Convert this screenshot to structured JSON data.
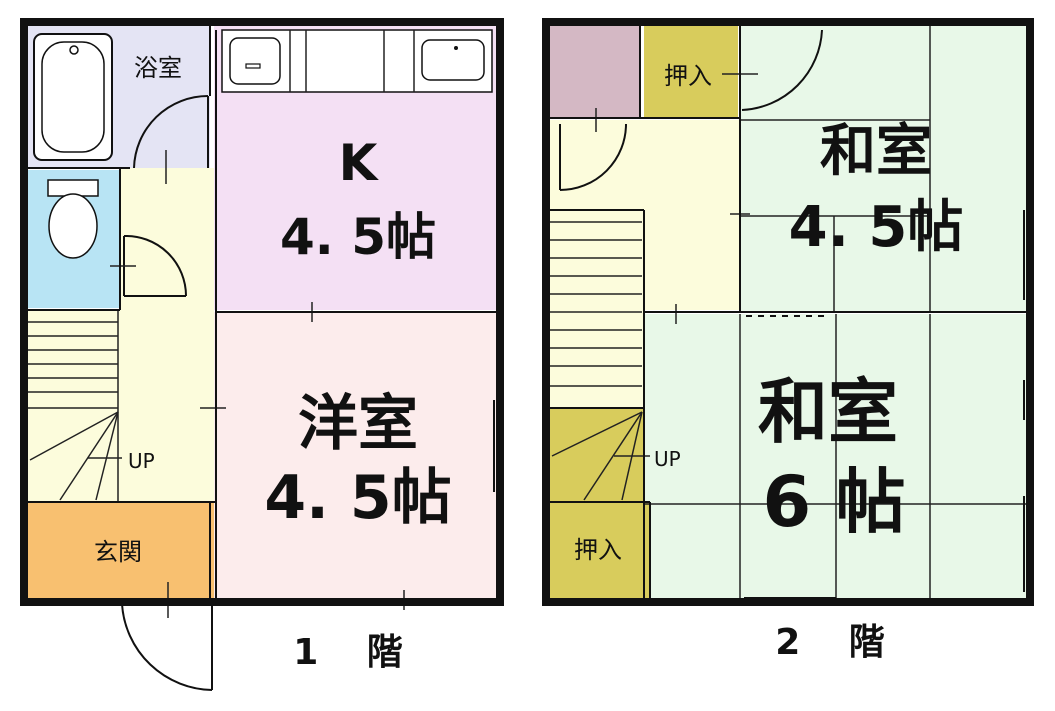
{
  "floor1": {
    "label": "1　 階",
    "bath": {
      "name": "浴室"
    },
    "kitchen": {
      "line1": "K",
      "line2": "4. 5帖"
    },
    "western": {
      "line1": "洋室",
      "line2": "4. 5帖"
    },
    "entrance": {
      "name": "玄関"
    },
    "stairs": {
      "label": "UP"
    }
  },
  "floor2": {
    "label": "2　 階",
    "closet_top": {
      "name": "押入"
    },
    "closet_bottom": {
      "name": "押入"
    },
    "japanese_small": {
      "line1": "和室",
      "line2": "4. 5帖"
    },
    "japanese_large": {
      "line1": "和室",
      "line2": "6 帖"
    },
    "stairs": {
      "label": "UP"
    }
  },
  "colors": {
    "bath": "#e4e4f4",
    "toilet": "#b8e4f4",
    "kitchen": "#f4e0f4",
    "western": "#fcecec",
    "hall": "#fcfcdc",
    "entrance": "#f8c070",
    "closet": "#d8cc5c",
    "storage_pink": "#d4b8c4",
    "japanese": "#e8f8e8"
  }
}
